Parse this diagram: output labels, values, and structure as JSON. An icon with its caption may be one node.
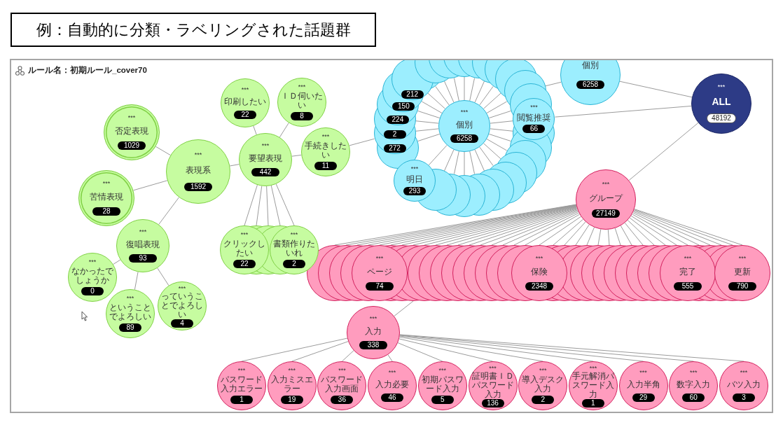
{
  "diagram": {
    "title": "例：自動的に分類・ラベリングされた話題群",
    "nodes": [
      {
        "text": [
          "***",
          "否定表現",
          "1029"
        ]
      },
      {
        "text": [
          "***",
          "苦情表現",
          "28"
        ]
      },
      {
        "text": [
          "***",
          "表現系",
          "1592"
        ]
      },
      {
        "text": [
          "***",
          "復唱表現",
          "93"
        ]
      },
      {
        "text": [
          "***",
          "なかったでしょうか",
          "0"
        ]
      },
      {
        "text": [
          "***",
          "ということでよろしい",
          "89"
        ]
      },
      {
        "text": [
          "***",
          "っていうことでよろしい",
          "4"
        ]
      },
      {
        "text": [
          "***",
          "印刷したい",
          "22"
        ]
      },
      {
        "text": [
          "***",
          "ＩＤ伺いたい",
          "8"
        ]
      },
      {
        "text": [
          "***",
          "要望表現",
          "442"
        ]
      },
      {
        "text": [
          "***",
          "手続きしたい",
          "11"
        ]
      },
      {
        "text": [
          "***",
          "クリックしたい",
          "22"
        ]
      },
      {
        "text": [],
        "shape": "circle"
      },
      {
        "text": [],
        "shape": "circle"
      },
      {
        "text": [],
        "shape": "circle"
      },
      {
        "text": [
          "***",
          "書類作りたいれ",
          "2"
        ]
      },
      {
        "text": [
          "***",
          "個別",
          "6258"
        ]
      },
      {
        "text": [],
        "shape": "circle"
      },
      {
        "text": [
          "272"
        ]
      },
      {
        "text": [
          "2"
        ]
      },
      {
        "text": [
          "224"
        ]
      },
      {
        "text": [
          "150"
        ]
      },
      {
        "text": [
          "212"
        ]
      },
      {
        "text": [],
        "shape": "circle"
      },
      {
        "text": [],
        "shape": "circle"
      },
      {
        "text": [],
        "shape": "circle"
      },
      {
        "text": [],
        "shape": "circle"
      },
      {
        "text": [],
        "shape": "circle"
      },
      {
        "text": [],
        "shape": "circle"
      },
      {
        "text": [],
        "shape": "circle"
      },
      {
        "text": [],
        "shape": "circle"
      },
      {
        "text": [],
        "shape": "circle"
      },
      {
        "text": [],
        "shape": "circle"
      },
      {
        "text": [
          "***",
          "閲覧推奨",
          "66"
        ]
      },
      {
        "text": [],
        "shape": "circle"
      },
      {
        "text": [],
        "shape": "circle"
      },
      {
        "text": [],
        "shape": "circle"
      },
      {
        "text": [],
        "shape": "circle"
      },
      {
        "text": [],
        "shape": "circle"
      },
      {
        "text": [],
        "shape": "circle"
      },
      {
        "text": [],
        "shape": "circle"
      },
      {
        "text": [],
        "shape": "circle"
      },
      {
        "text": [],
        "shape": "circle"
      },
      {
        "text": [],
        "shape": "circle"
      },
      {
        "text": [
          "***",
          "明日",
          "293"
        ]
      },
      {
        "text": [
          "個別",
          "6258"
        ]
      },
      {
        "text": [
          "***",
          "ALL",
          "48192"
        ]
      },
      {
        "text": [
          "***",
          "グループ",
          "27149"
        ]
      },
      {
        "text": [],
        "shape": "circle"
      },
      {
        "text": [],
        "shape": "circle"
      },
      {
        "text": [],
        "shape": "circle"
      },
      {
        "text": [],
        "shape": "circle"
      },
      {
        "text": [
          "***",
          "ページ",
          "74"
        ]
      },
      {
        "text": [],
        "shape": "circle"
      },
      {
        "text": [],
        "shape": "circle"
      },
      {
        "text": [],
        "shape": "circle"
      },
      {
        "text": [],
        "shape": "circle"
      },
      {
        "text": [],
        "shape": "circle"
      },
      {
        "text": [],
        "shape": "circle"
      },
      {
        "text": [],
        "shape": "circle"
      },
      {
        "text": [],
        "shape": "circle"
      },
      {
        "text": [],
        "shape": "circle"
      },
      {
        "text": [],
        "shape": "circle"
      },
      {
        "text": [],
        "shape": "circle"
      },
      {
        "text": [],
        "shape": "circle"
      },
      {
        "text": [],
        "shape": "circle"
      },
      {
        "text": [
          "***",
          "保険",
          "2348"
        ]
      },
      {
        "text": [],
        "shape": "circle"
      },
      {
        "text": [],
        "shape": "circle"
      },
      {
        "text": [],
        "shape": "circle"
      },
      {
        "text": [],
        "shape": "circle"
      },
      {
        "text": [],
        "shape": "circle"
      },
      {
        "text": [],
        "shape": "circle"
      },
      {
        "text": [],
        "shape": "circle"
      },
      {
        "text": [],
        "shape": "circle"
      },
      {
        "text": [],
        "shape": "circle"
      },
      {
        "text": [],
        "shape": "circle"
      },
      {
        "text": [],
        "shape": "circle"
      },
      {
        "text": [],
        "shape": "circle"
      },
      {
        "text": [
          "***",
          "完了",
          "555"
        ]
      },
      {
        "text": [],
        "shape": "circle"
      },
      {
        "text": [],
        "shape": "circle"
      },
      {
        "text": [],
        "shape": "circle"
      },
      {
        "text": [],
        "shape": "circle"
      },
      {
        "text": [
          "***",
          "更新",
          "790"
        ]
      },
      {
        "text": [
          "***",
          "入力",
          "338"
        ]
      },
      {
        "text": [
          "***",
          "パスワード入力エラー",
          "1"
        ]
      },
      {
        "text": [
          "***",
          "入力ミスエラー",
          "19"
        ]
      },
      {
        "text": [
          "***",
          "パスワード入力画面",
          "36"
        ]
      },
      {
        "text": [
          "***",
          "入力必要",
          "46"
        ]
      },
      {
        "text": [
          "***",
          "初期パスワード入力",
          "5"
        ]
      },
      {
        "text": [
          "***",
          "証明書ＩＤパスワード入力",
          "136"
        ]
      },
      {
        "text": [
          "***",
          "導入デスク入力",
          "2"
        ]
      },
      {
        "text": [
          "***",
          "手元解消パスワード入力",
          "1"
        ]
      },
      {
        "text": [
          "***",
          "入力半角",
          "29"
        ]
      },
      {
        "text": [
          "***",
          "数字入力",
          "60"
        ]
      },
      {
        "text": [
          "***",
          "バツ入力",
          "3"
        ]
      }
    ],
    "edges": [
      {
        "from": 2,
        "to": 0,
        "arrow": "none"
      },
      {
        "from": 2,
        "to": 1,
        "arrow": "none"
      },
      {
        "from": 2,
        "to": 3,
        "arrow": "none"
      },
      {
        "from": 2,
        "to": 9,
        "arrow": "none"
      },
      {
        "from": 3,
        "to": 4,
        "arrow": "none"
      },
      {
        "from": 3,
        "to": 5,
        "arrow": "none"
      },
      {
        "from": 3,
        "to": 6,
        "arrow": "none"
      },
      {
        "from": 9,
        "to": 7,
        "arrow": "none"
      },
      {
        "from": 9,
        "to": 8,
        "arrow": "none"
      },
      {
        "from": 9,
        "to": 10,
        "arrow": "none"
      },
      {
        "from": 9,
        "to": 11,
        "arrow": "none"
      },
      {
        "from": 9,
        "to": 12,
        "arrow": "none"
      },
      {
        "from": 9,
        "to": 13,
        "arrow": "none"
      },
      {
        "from": 9,
        "to": 14,
        "arrow": "none"
      },
      {
        "from": 9,
        "to": 15,
        "arrow": "none"
      },
      {
        "from": 10,
        "to": 18,
        "arrow": "none"
      },
      {
        "from": 16,
        "to": 17,
        "arrow": "none"
      },
      {
        "from": 16,
        "to": 18,
        "arrow": "none"
      },
      {
        "from": 16,
        "to": 19,
        "arrow": "none"
      },
      {
        "from": 16,
        "to": 20,
        "arrow": "none"
      },
      {
        "from": 16,
        "to": 21,
        "arrow": "none"
      },
      {
        "from": 16,
        "to": 22,
        "arrow": "none"
      },
      {
        "from": 16,
        "to": 23,
        "arrow": "none"
      },
      {
        "from": 16,
        "to": 24,
        "arrow": "none"
      },
      {
        "from": 16,
        "to": 25,
        "arrow": "none"
      },
      {
        "from": 16,
        "to": 26,
        "arrow": "none"
      },
      {
        "from": 16,
        "to": 27,
        "arrow": "none"
      },
      {
        "from": 16,
        "to": 28,
        "arrow": "none"
      },
      {
        "from": 16,
        "to": 29,
        "arrow": "none"
      },
      {
        "from": 16,
        "to": 30,
        "arrow": "none"
      },
      {
        "from": 16,
        "to": 31,
        "arrow": "none"
      },
      {
        "from": 16,
        "to": 32,
        "arrow": "none"
      },
      {
        "from": 16,
        "to": 33,
        "arrow": "none"
      },
      {
        "from": 16,
        "to": 34,
        "arrow": "none"
      },
      {
        "from": 16,
        "to": 35,
        "arrow": "none"
      },
      {
        "from": 16,
        "to": 36,
        "arrow": "none"
      },
      {
        "from": 16,
        "to": 37,
        "arrow": "none"
      },
      {
        "from": 16,
        "to": 38,
        "arrow": "none"
      },
      {
        "from": 16,
        "to": 39,
        "arrow": "none"
      },
      {
        "from": 16,
        "to": 40,
        "arrow": "none"
      },
      {
        "from": 16,
        "to": 41,
        "arrow": "none"
      },
      {
        "from": 16,
        "to": 42,
        "arrow": "none"
      },
      {
        "from": 16,
        "to": 43,
        "arrow": "none"
      },
      {
        "from": 16,
        "to": 44,
        "arrow": "none"
      },
      {
        "from": 45,
        "to": 31,
        "arrow": "none"
      },
      {
        "from": 46,
        "to": 45,
        "arrow": "none"
      },
      {
        "from": 46,
        "to": 33,
        "arrow": "none"
      },
      {
        "from": 46,
        "to": 47,
        "arrow": "none"
      },
      {
        "from": 47,
        "to": 48,
        "arrow": "none"
      },
      {
        "from": 47,
        "to": 49,
        "arrow": "none"
      },
      {
        "from": 47,
        "to": 50,
        "arrow": "none"
      },
      {
        "from": 47,
        "to": 51,
        "arrow": "none"
      },
      {
        "from": 47,
        "to": 52,
        "arrow": "none"
      },
      {
        "from": 47,
        "to": 53,
        "arrow": "none"
      },
      {
        "from": 47,
        "to": 54,
        "arrow": "none"
      },
      {
        "from": 47,
        "to": 55,
        "arrow": "none"
      },
      {
        "from": 47,
        "to": 56,
        "arrow": "none"
      },
      {
        "from": 47,
        "to": 57,
        "arrow": "none"
      },
      {
        "from": 47,
        "to": 58,
        "arrow": "none"
      },
      {
        "from": 47,
        "to": 59,
        "arrow": "none"
      },
      {
        "from": 47,
        "to": 60,
        "arrow": "none"
      },
      {
        "from": 47,
        "to": 61,
        "arrow": "none"
      },
      {
        "from": 47,
        "to": 62,
        "arrow": "none"
      },
      {
        "from": 47,
        "to": 63,
        "arrow": "none"
      },
      {
        "from": 47,
        "to": 64,
        "arrow": "none"
      },
      {
        "from": 47,
        "to": 65,
        "arrow": "none"
      },
      {
        "from": 47,
        "to": 66,
        "arrow": "none"
      },
      {
        "from": 47,
        "to": 67,
        "arrow": "none"
      },
      {
        "from": 47,
        "to": 68,
        "arrow": "none"
      },
      {
        "from": 47,
        "to": 69,
        "arrow": "none"
      },
      {
        "from": 47,
        "to": 70,
        "arrow": "none"
      },
      {
        "from": 47,
        "to": 71,
        "arrow": "none"
      },
      {
        "from": 47,
        "to": 72,
        "arrow": "none"
      },
      {
        "from": 47,
        "to": 73,
        "arrow": "none"
      },
      {
        "from": 47,
        "to": 74,
        "arrow": "none"
      },
      {
        "from": 47,
        "to": 75,
        "arrow": "none"
      },
      {
        "from": 47,
        "to": 76,
        "arrow": "none"
      },
      {
        "from": 47,
        "to": 77,
        "arrow": "none"
      },
      {
        "from": 47,
        "to": 78,
        "arrow": "none"
      },
      {
        "from": 47,
        "to": 79,
        "arrow": "none"
      },
      {
        "from": 47,
        "to": 80,
        "arrow": "none"
      },
      {
        "from": 47,
        "to": 81,
        "arrow": "none"
      },
      {
        "from": 47,
        "to": 82,
        "arrow": "none"
      },
      {
        "from": 47,
        "to": 83,
        "arrow": "none"
      },
      {
        "from": 47,
        "to": 84,
        "arrow": "none"
      },
      {
        "from": 55,
        "to": 85,
        "arrow": "none"
      },
      {
        "from": 85,
        "to": 86,
        "arrow": "none"
      },
      {
        "from": 85,
        "to": 87,
        "arrow": "none"
      },
      {
        "from": 85,
        "to": 88,
        "arrow": "none"
      },
      {
        "from": 85,
        "to": 89,
        "arrow": "none"
      },
      {
        "from": 85,
        "to": 90,
        "arrow": "none"
      },
      {
        "from": 85,
        "to": 91,
        "arrow": "none"
      },
      {
        "from": 85,
        "to": 92,
        "arrow": "none"
      },
      {
        "from": 85,
        "to": 93,
        "arrow": "none"
      },
      {
        "from": 85,
        "to": 94,
        "arrow": "none"
      },
      {
        "from": 85,
        "to": 95,
        "arrow": "none"
      },
      {
        "from": 85,
        "to": 96,
        "arrow": "none"
      }
    ],
    "labels": [
      "ルール名：初期ルール_cover70"
    ]
  }
}
